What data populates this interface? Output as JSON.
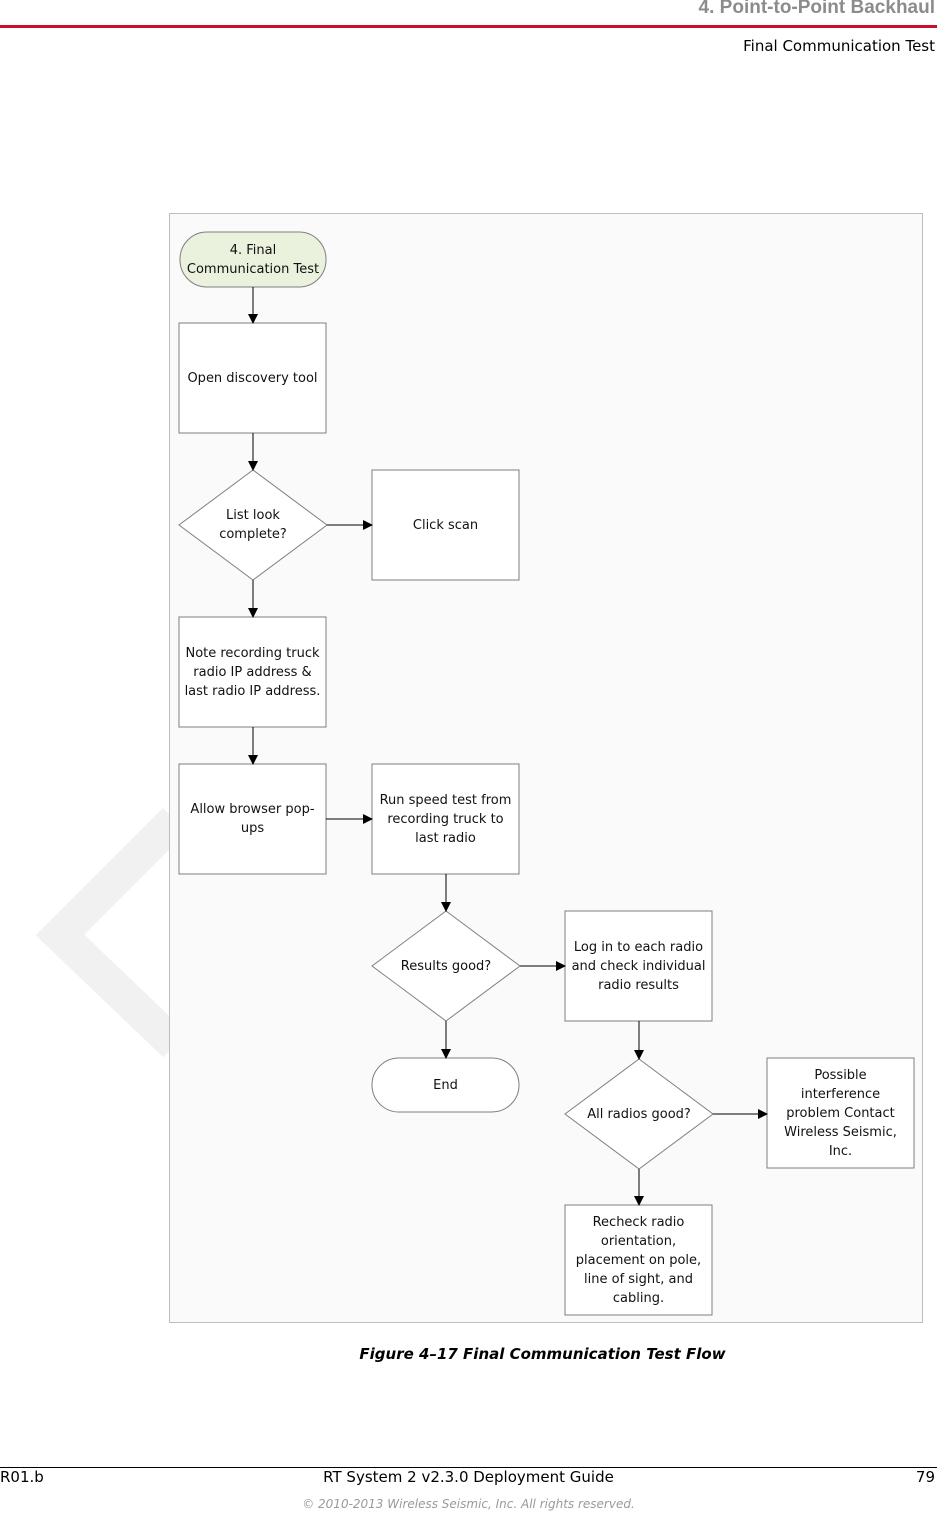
{
  "header": {
    "chapter": "4. Point-to-Point Backhaul",
    "section": "Final Communication Test"
  },
  "flowchart": {
    "start": "4. Final\nCommunication Test",
    "open_tool": "Open discovery tool",
    "decision_list": "List look\ncomplete?",
    "click_scan": "Click scan",
    "note_ip": "Note recording truck\nradio IP address &\nlast radio IP address.",
    "allow_popups": "Allow browser pop-\nups",
    "run_speed": "Run speed test from\nrecording truck to\nlast radio",
    "decision_results": "Results good?",
    "login_radio": "Log in to each radio\nand check individual\nradio results",
    "end": "End",
    "decision_radios": "All radios good?",
    "interference": "Possible\ninterference\nproblem Contact\nWireless Seismic,\nInc.",
    "recheck": "Recheck radio\norientation,\nplacement on pole,\nline of sight, and\ncabling."
  },
  "caption": "Figure 4–17  Final Communication Test Flow",
  "footer": {
    "revision": "R01.b",
    "guide": "RT System 2 v2.3.0 Deployment Guide",
    "page": "79",
    "copyright": "© 2010-2013 Wireless Seismic, Inc. All rights reserved."
  },
  "colors": {
    "header_rule": "#c8102e",
    "chapter_text": "#8c8c8c",
    "start_fill": "#eaf1dd"
  }
}
